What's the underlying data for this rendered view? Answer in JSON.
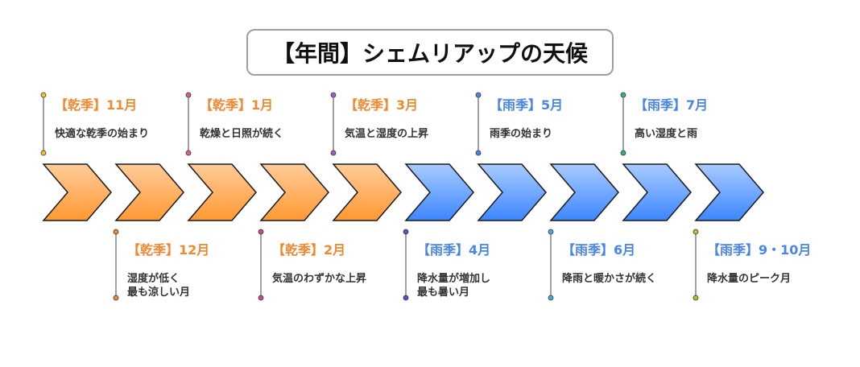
{
  "title": "【年間】シェムリアップの天候",
  "colors": {
    "dry": "#ee8a34",
    "rainy": "#4a86e8",
    "dry_fill_top": "#ffcc99",
    "dry_fill_bottom": "#ff9933",
    "rainy_fill_top": "#a8cbff",
    "rainy_fill_bottom": "#3d86ff"
  },
  "events": [
    {
      "season": "【乾季】11月",
      "desc": [
        "快適な乾季の始まり"
      ],
      "type": "dry",
      "pin_color": "#f2c230"
    },
    {
      "season": "【乾季】12月",
      "desc": [
        "湿度が低く",
        "最も涼しい月"
      ],
      "type": "dry",
      "pin_color": "#ee8a34"
    },
    {
      "season": "【乾季】1月",
      "desc": [
        "乾燥と日照が続く"
      ],
      "type": "dry",
      "pin_color": "#e0606b"
    },
    {
      "season": "【乾季】2月",
      "desc": [
        "気温のわずかな上昇"
      ],
      "type": "dry",
      "pin_color": "#d1478f"
    },
    {
      "season": "【乾季】3月",
      "desc": [
        "気温と湿度の上昇"
      ],
      "type": "dry",
      "pin_color": "#a35fc0"
    },
    {
      "season": "【雨季】4月",
      "desc": [
        "降水量が増加し",
        "最も暑い月"
      ],
      "type": "rainy",
      "pin_color": "#5a4fcf"
    },
    {
      "season": "【雨季】5月",
      "desc": [
        "雨季の始まり"
      ],
      "type": "rainy",
      "pin_color": "#4a86e8"
    },
    {
      "season": "【雨季】6月",
      "desc": [
        "降雨と暖かさが続く"
      ],
      "type": "rainy",
      "pin_color": "#3fb0d8"
    },
    {
      "season": "【雨季】7月",
      "desc": [
        "高い湿度と雨"
      ],
      "type": "rainy",
      "pin_color": "#2fb38a"
    },
    {
      "season": "【雨季】9・10月",
      "desc": [
        "降水量のピーク月"
      ],
      "type": "rainy",
      "pin_color": "#b8c232"
    }
  ]
}
